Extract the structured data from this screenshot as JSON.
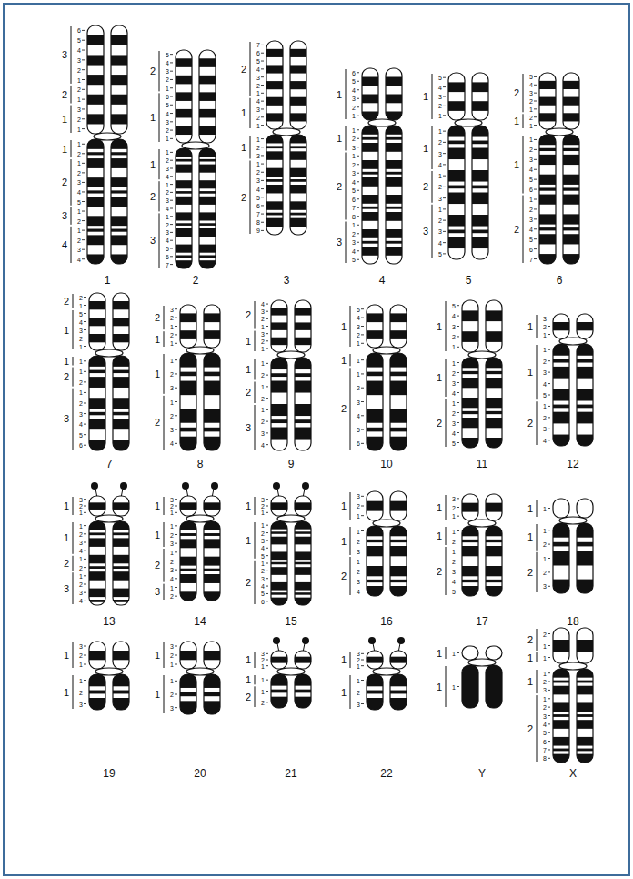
{
  "diagram": {
    "labels": [
      "3",
      "6",
      "5",
      "4",
      "3",
      "2",
      "1",
      "2",
      "2",
      "1",
      "1",
      "3",
      "2",
      "1",
      "1",
      "1",
      "2",
      "2",
      "1",
      "2",
      "3",
      "4",
      "5",
      "3",
      "1",
      "2",
      "4",
      "1",
      "2",
      "3",
      "4",
      "1",
      "2",
      "5",
      "4",
      "3",
      "2",
      "1",
      "1",
      "6",
      "5",
      "4",
      "3",
      "2",
      "1",
      "1",
      "1",
      "2",
      "3",
      "4",
      "2",
      "1",
      "2",
      "3",
      "4",
      "3",
      "1",
      "2",
      "3",
      "4",
      "5",
      "6",
      "7",
      "2",
      "2",
      "7",
      "6",
      "5",
      "4",
      "3",
      "2",
      "1",
      "1",
      "4",
      "3",
      "2",
      "1",
      "1",
      "1",
      "2",
      "3",
      "2",
      "1",
      "2",
      "3",
      "4",
      "5",
      "6",
      "7",
      "8",
      "9",
      "3",
      "1",
      "6",
      "5",
      "4",
      "3",
      "2",
      "1",
      "1",
      "1",
      "2",
      "3",
      "2",
      "1",
      "2",
      "3",
      "4",
      "5",
      "6",
      "7",
      "8",
      "3",
      "1",
      "2",
      "3",
      "4",
      "5",
      "4",
      "1",
      "5",
      "4",
      "3",
      "2",
      "1",
      "1",
      "1",
      "2",
      "3",
      "4",
      "2",
      "1",
      "2",
      "3",
      "3",
      "1",
      "2",
      "3",
      "4",
      "5",
      "5",
      "2",
      "5",
      "4",
      "3",
      "2",
      "1",
      "1",
      "2",
      "1",
      "1",
      "1",
      "2",
      "3",
      "4",
      "5",
      "6",
      "2",
      "1",
      "2",
      "3",
      "4",
      "5",
      "6",
      "7",
      "6",
      "2",
      "2",
      "1",
      "1",
      "5",
      "4",
      "3",
      "2",
      "1",
      "1",
      "1",
      "2",
      "1",
      "2",
      "3",
      "1",
      "2",
      "3",
      "4",
      "5",
      "6",
      "7",
      "2",
      "3",
      "2",
      "1",
      "1",
      "2",
      "1",
      "1",
      "1",
      "2",
      "3",
      "2",
      "1",
      "2",
      "3",
      "4",
      "8",
      "2",
      "4",
      "3",
      "2",
      "1",
      "1",
      "3",
      "2",
      "1",
      "1",
      "1",
      "2",
      "2",
      "1",
      "2",
      "3",
      "1",
      "2",
      "3",
      "4",
      "9",
      "1",
      "5",
      "4",
      "3",
      "2",
      "1",
      "1",
      "1",
      "2",
      "1",
      "2",
      "3",
      "4",
      "5",
      "6",
      "10",
      "1",
      "5",
      "4",
      "3",
      "2",
      "1",
      "1",
      "1",
      "2",
      "3",
      "4",
      "2",
      "1",
      "2",
      "3",
      "4",
      "5",
      "11",
      "1",
      "3",
      "2",
      "1",
      "1",
      "1",
      "2",
      "3",
      "4",
      "5",
      "2",
      "1",
      "2",
      "3",
      "4",
      "12",
      "1",
      "3",
      "2",
      "1",
      "1",
      "1",
      "2",
      "3",
      "4",
      "2",
      "1",
      "2",
      "3",
      "1",
      "2",
      "3",
      "4",
      "13",
      "1",
      "3",
      "2",
      "1",
      "1",
      "1",
      "2",
      "3",
      "2",
      "1",
      "2",
      "3",
      "4",
      "3",
      "1",
      "2",
      "14",
      "1",
      "3",
      "2",
      "1",
      "1",
      "1",
      "2",
      "3",
      "4",
      "5",
      "2",
      "1",
      "2",
      "3",
      "4",
      "5",
      "6",
      "15",
      "1",
      "3",
      "2",
      "1",
      "1",
      "1",
      "2",
      "3",
      "2",
      "1",
      "2",
      "3",
      "4",
      "16",
      "1",
      "3",
      "2",
      "1",
      "1",
      "1",
      "2",
      "2",
      "1",
      "2",
      "3",
      "4",
      "5",
      "17",
      "1",
      "1",
      "1",
      "1",
      "2",
      "2",
      "1",
      "2",
      "3",
      "18",
      "1",
      "3",
      "2",
      "1",
      "1",
      "1",
      "2",
      "3",
      "19",
      "1",
      "3",
      "2",
      "1",
      "1",
      "1",
      "2",
      "3",
      "20",
      "1",
      "3",
      "2",
      "1",
      "1",
      "1",
      "2",
      "1",
      "2",
      "21",
      "1",
      "3",
      "2",
      "1",
      "1",
      "1",
      "2",
      "3",
      "22",
      "1",
      "1",
      "1",
      "1",
      "Y",
      "2",
      "2",
      "1",
      "1",
      "1",
      "1",
      "1",
      "2",
      "3",
      "2",
      "1",
      "2",
      "3",
      "4",
      "5",
      "6",
      "7",
      "8",
      "X"
    ]
  }
}
